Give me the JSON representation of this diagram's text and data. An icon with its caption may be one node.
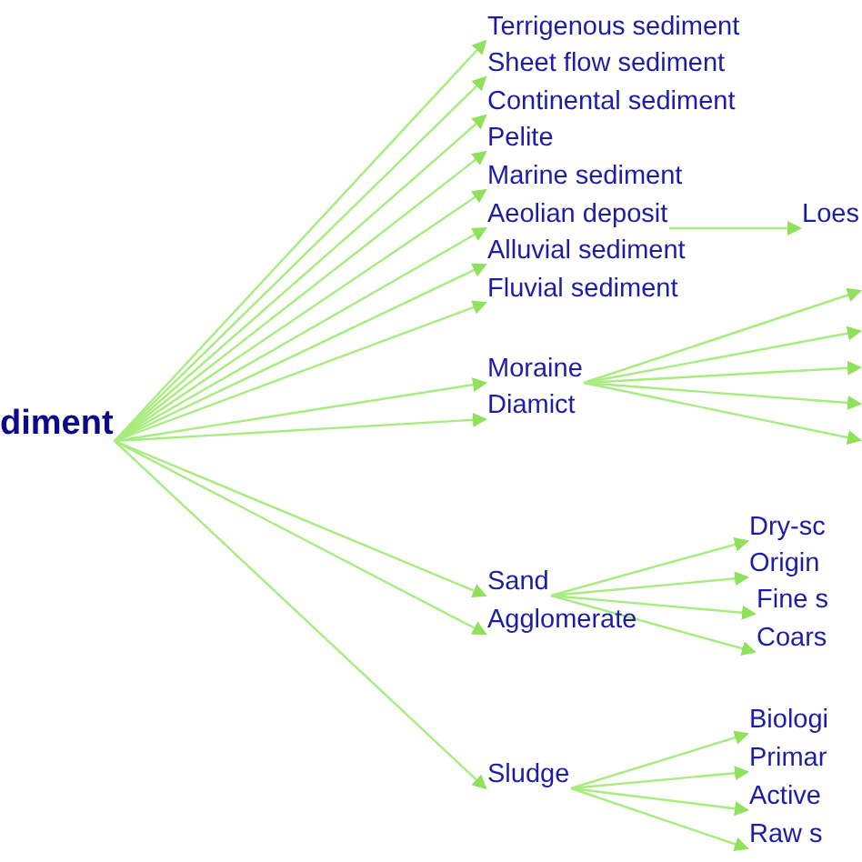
{
  "diagram": {
    "nodes": [
      {
        "text": [
          "diment"
        ]
      },
      {
        "text": [
          "Terrigenous sediment"
        ]
      },
      {
        "text": [
          "Sheet flow sediment"
        ]
      },
      {
        "text": [
          "Continental sediment"
        ]
      },
      {
        "text": [
          "Pelite"
        ]
      },
      {
        "text": [
          "Marine sediment"
        ]
      },
      {
        "text": [
          "Aeolian deposit"
        ]
      },
      {
        "text": [
          "Loes"
        ]
      },
      {
        "text": [
          "Alluvial sediment"
        ]
      },
      {
        "text": [
          "Fluvial sediment"
        ]
      },
      {
        "text": [
          "Moraine"
        ]
      },
      {
        "text": [
          "Diamict"
        ]
      },
      {
        "text": [
          "Sand"
        ]
      },
      {
        "text": [
          "Agglomerate"
        ]
      },
      {
        "text": [
          "Sludge"
        ]
      },
      {
        "text": [
          "Dry-sc"
        ]
      },
      {
        "text": [
          "Origin"
        ]
      },
      {
        "text": [
          "Fine s"
        ]
      },
      {
        "text": [
          "Coars"
        ]
      },
      {
        "text": [
          "Biologi"
        ]
      },
      {
        "text": [
          "Primar"
        ]
      },
      {
        "text": [
          "Active"
        ]
      },
      {
        "text": [
          "Raw s"
        ]
      }
    ],
    "edges": [
      {
        "from": 0,
        "to": 1,
        "arrow": "to"
      },
      {
        "from": 0,
        "to": 2,
        "arrow": "to"
      },
      {
        "from": 0,
        "to": 3,
        "arrow": "to"
      },
      {
        "from": 0,
        "to": 4,
        "arrow": "to"
      },
      {
        "from": 0,
        "to": 5,
        "arrow": "to"
      },
      {
        "from": 0,
        "to": 6,
        "arrow": "to"
      },
      {
        "from": 0,
        "to": 8,
        "arrow": "to"
      },
      {
        "from": 0,
        "to": 9,
        "arrow": "to"
      },
      {
        "from": 0,
        "to": 10,
        "arrow": "to"
      },
      {
        "from": 0,
        "to": 11,
        "arrow": "to"
      },
      {
        "from": 0,
        "to": 12,
        "arrow": "to"
      },
      {
        "from": 0,
        "to": 13,
        "arrow": "to"
      },
      {
        "from": 0,
        "to": 14,
        "arrow": "to"
      },
      {
        "from": 6,
        "to": 7,
        "arrow": "to"
      },
      {
        "from": 10,
        "to": null,
        "arrow": "to"
      },
      {
        "from": 10,
        "to": null,
        "arrow": "to"
      },
      {
        "from": 10,
        "to": null,
        "arrow": "to"
      },
      {
        "from": 10,
        "to": null,
        "arrow": "to"
      },
      {
        "from": 10,
        "to": null,
        "arrow": "to"
      },
      {
        "from": 12,
        "to": 15,
        "arrow": "to"
      },
      {
        "from": 12,
        "to": 16,
        "arrow": "to"
      },
      {
        "from": 12,
        "to": 17,
        "arrow": "to"
      },
      {
        "from": 12,
        "to": 18,
        "arrow": "to"
      },
      {
        "from": 14,
        "to": 19,
        "arrow": "to"
      },
      {
        "from": 14,
        "to": 20,
        "arrow": "to"
      },
      {
        "from": 14,
        "to": 21,
        "arrow": "to"
      },
      {
        "from": 14,
        "to": 22,
        "arrow": "to"
      }
    ]
  }
}
